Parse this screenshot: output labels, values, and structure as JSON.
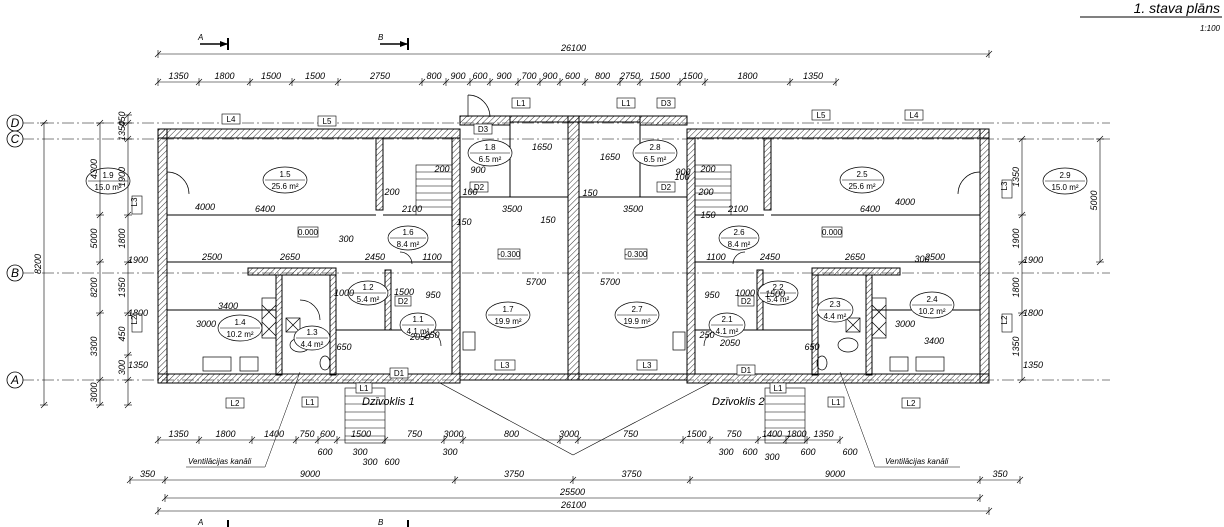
{
  "title": "1. stava plāns",
  "scale": "1:100",
  "section_marks": [
    "A",
    "B"
  ],
  "axes": [
    "D",
    "C",
    "B",
    "A"
  ],
  "flats": [
    "Dzīvoklis 1",
    "Dzīvoklis 2"
  ],
  "ventilation_note": "Ventilācijas kanāli",
  "windows": [
    "L1",
    "L1",
    "L1",
    "L1",
    "L1",
    "L1",
    "L2",
    "L2",
    "L2",
    "L2",
    "L3",
    "L3",
    "L3",
    "L3",
    "L4",
    "L4",
    "L5",
    "L5",
    "D1",
    "D1",
    "D2",
    "D2",
    "D2",
    "D2",
    "D3",
    "D3"
  ],
  "levels": [
    "0.000",
    "0.000",
    "-0.300",
    "-0.300"
  ],
  "rooms": [
    {
      "num": "1.9",
      "area": "15.0 m²"
    },
    {
      "num": "1.5",
      "area": "25.6 m²"
    },
    {
      "num": "1.8",
      "area": "6.5 m²"
    },
    {
      "num": "2.8",
      "area": "6.5 m²"
    },
    {
      "num": "2.5",
      "area": "25.6 m²"
    },
    {
      "num": "2.9",
      "area": "15.0 m²"
    },
    {
      "num": "1.6",
      "area": "8.4 m²"
    },
    {
      "num": "2.6",
      "area": "8.4 m²"
    },
    {
      "num": "1.2",
      "area": "5.4 m²"
    },
    {
      "num": "1.7",
      "area": "19.9 m²"
    },
    {
      "num": "2.7",
      "area": "19.9 m²"
    },
    {
      "num": "2.2",
      "area": "5.4 m²"
    },
    {
      "num": "1.4",
      "area": "10.2 m²"
    },
    {
      "num": "1.3",
      "area": "4.4 m²"
    },
    {
      "num": "1.1",
      "area": "4.1 m²"
    },
    {
      "num": "2.1",
      "area": "4.1 m²"
    },
    {
      "num": "2.3",
      "area": "4.4 m²"
    },
    {
      "num": "2.4",
      "area": "10.2 m²"
    }
  ],
  "dims": {
    "top_total": "26100",
    "top_chain": [
      "1350",
      "1800",
      "1500",
      "1500",
      "2750",
      "800",
      "900",
      "600",
      "900",
      "700",
      "900",
      "600",
      "800",
      "2750",
      "1500",
      "1500",
      "1800",
      "1350"
    ],
    "bottom_chain": [
      "1350",
      "1800",
      "1400",
      "750",
      "600",
      "1500",
      "750",
      "3000",
      "800",
      "3000",
      "750",
      "1500",
      "750",
      "1400",
      "1800",
      "1350"
    ],
    "bottom_sub": [
      "600",
      "300",
      "600",
      "300",
      "300",
      "300",
      "600",
      "300",
      "600",
      "600"
    ],
    "bottom_mid": [
      "350",
      "9000",
      "3750",
      "3750",
      "9000",
      "350"
    ],
    "bottom_total1": "25500",
    "bottom_total2": "26100",
    "left_chain": [
      "450",
      "1350",
      "1900",
      "1800",
      "1350",
      "450",
      "300"
    ],
    "left_outer": [
      "4300",
      "5000",
      "8200",
      "3300",
      "3000",
      "300"
    ],
    "right_chain": [
      "1350",
      "1900",
      "1800",
      "1350"
    ],
    "right_outer": "5000",
    "interior": [
      "6400",
      "2100",
      "3500",
      "3500",
      "2100",
      "6400",
      "2500",
      "2650",
      "2450",
      "1100",
      "1100",
      "2450",
      "2650",
      "2500",
      "3400",
      "3400",
      "4000",
      "4000",
      "5700",
      "5700",
      "3000",
      "3000",
      "1800",
      "1800",
      "1900",
      "1900",
      "1350",
      "1350",
      "2050",
      "2050",
      "200",
      "200",
      "200",
      "200",
      "150",
      "150",
      "150",
      "150",
      "100",
      "100",
      "900",
      "900",
      "300",
      "300",
      "1650",
      "1650",
      "1000",
      "1000",
      "1500",
      "1500",
      "650",
      "650",
      "950",
      "950",
      "250",
      "250"
    ]
  }
}
